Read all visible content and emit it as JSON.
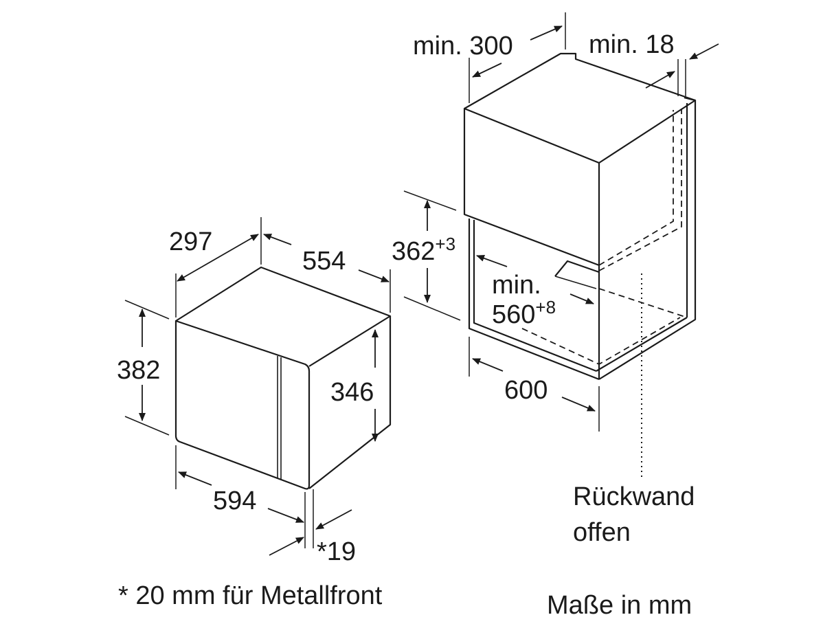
{
  "appliance": {
    "width": "594",
    "height": "382",
    "depth": "297",
    "body_width": "554",
    "body_height": "346",
    "front_offset": "*19"
  },
  "cabinet": {
    "rear_clearance": "min. 300",
    "side_clearance": "min. 18",
    "opening_height": "362",
    "opening_height_tol": "+3",
    "opening_width_prefix": "min.",
    "opening_width": "560",
    "opening_width_tol": "+8",
    "cabinet_width": "600",
    "rear_wall_line1": "Rückwand",
    "rear_wall_line2": "offen"
  },
  "footnotes": {
    "metal_front": "* 20 mm für Metallfront",
    "units": "Maße in mm"
  },
  "colors": {
    "line": "#1a1a1a",
    "background": "#ffffff"
  }
}
